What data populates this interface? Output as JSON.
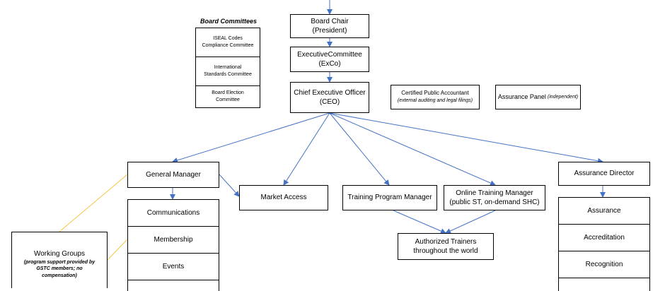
{
  "board_committees": {
    "title": "Board Committees",
    "items": [
      {
        "line1": "ISEAL Codes",
        "line2": "Compliance Committee"
      },
      {
        "line1": "International",
        "line2": "Standards Committee"
      },
      {
        "line1": "Board Election",
        "line2": "Committee"
      }
    ]
  },
  "board_chair": {
    "line1": "Board Chair",
    "line2": "(President)"
  },
  "exco": {
    "line1": "ExecutiveCommittee",
    "line2": "(ExCo)"
  },
  "ceo": {
    "line1": "Chief Executive Officer",
    "line2": "(CEO)"
  },
  "cpa": {
    "line1": "Certified  Public Accountant",
    "line2": "(external auditing and legal filings)"
  },
  "assurance_panel": {
    "label": "Assurance Panel",
    "note": "(independent)"
  },
  "general_manager": {
    "label": "General Manager"
  },
  "gm_units": [
    "Communications",
    "Membership",
    "Events"
  ],
  "market_access": {
    "label": "Market Access"
  },
  "training_program_manager": {
    "label": "Training Program Manager"
  },
  "online_training_manager": {
    "line1": "Online Training Manager",
    "line2": "(public ST, on-demand SHC)"
  },
  "authorized_trainers": {
    "line1": "Authorized Trainers",
    "line2": "throughout the world"
  },
  "assurance_director": {
    "label": "Assurance Director"
  },
  "ad_units": [
    "Assurance",
    "Accreditation",
    "Recognition"
  ],
  "working_groups": {
    "title": "Working Groups",
    "note1": "(program support provided by",
    "note2": "GSTC members; no",
    "note3": "compensation)"
  },
  "colors": {
    "connector": "#4472c4",
    "working_group_link": "#f4c542",
    "border": "#000000"
  }
}
